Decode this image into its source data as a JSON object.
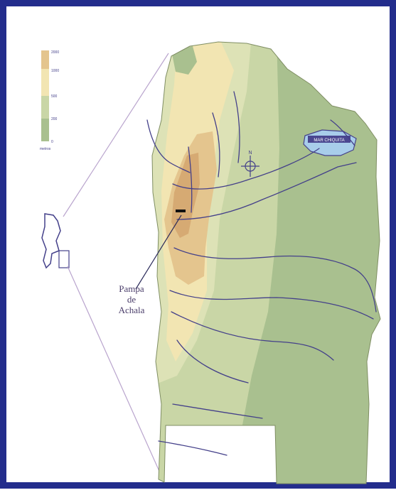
{
  "map": {
    "place_label_line1": "Pampa",
    "place_label_line2": "de",
    "place_label_line3": "Achala",
    "lake_label": "MAR CHIQUITA",
    "legend": {
      "ticks": [
        "2000",
        "1000",
        "500",
        "200",
        "0"
      ],
      "unit": "metros"
    },
    "colors": {
      "border": "#232d8c",
      "lowland_green": "#a9c08f",
      "plain_green": "#c9d6a6",
      "pale_green": "#dde2b6",
      "cream": "#f2e5b2",
      "tan": "#e4c58e",
      "highland": "#d6aa73",
      "water": "#a8cdea",
      "river": "#44408a"
    }
  }
}
